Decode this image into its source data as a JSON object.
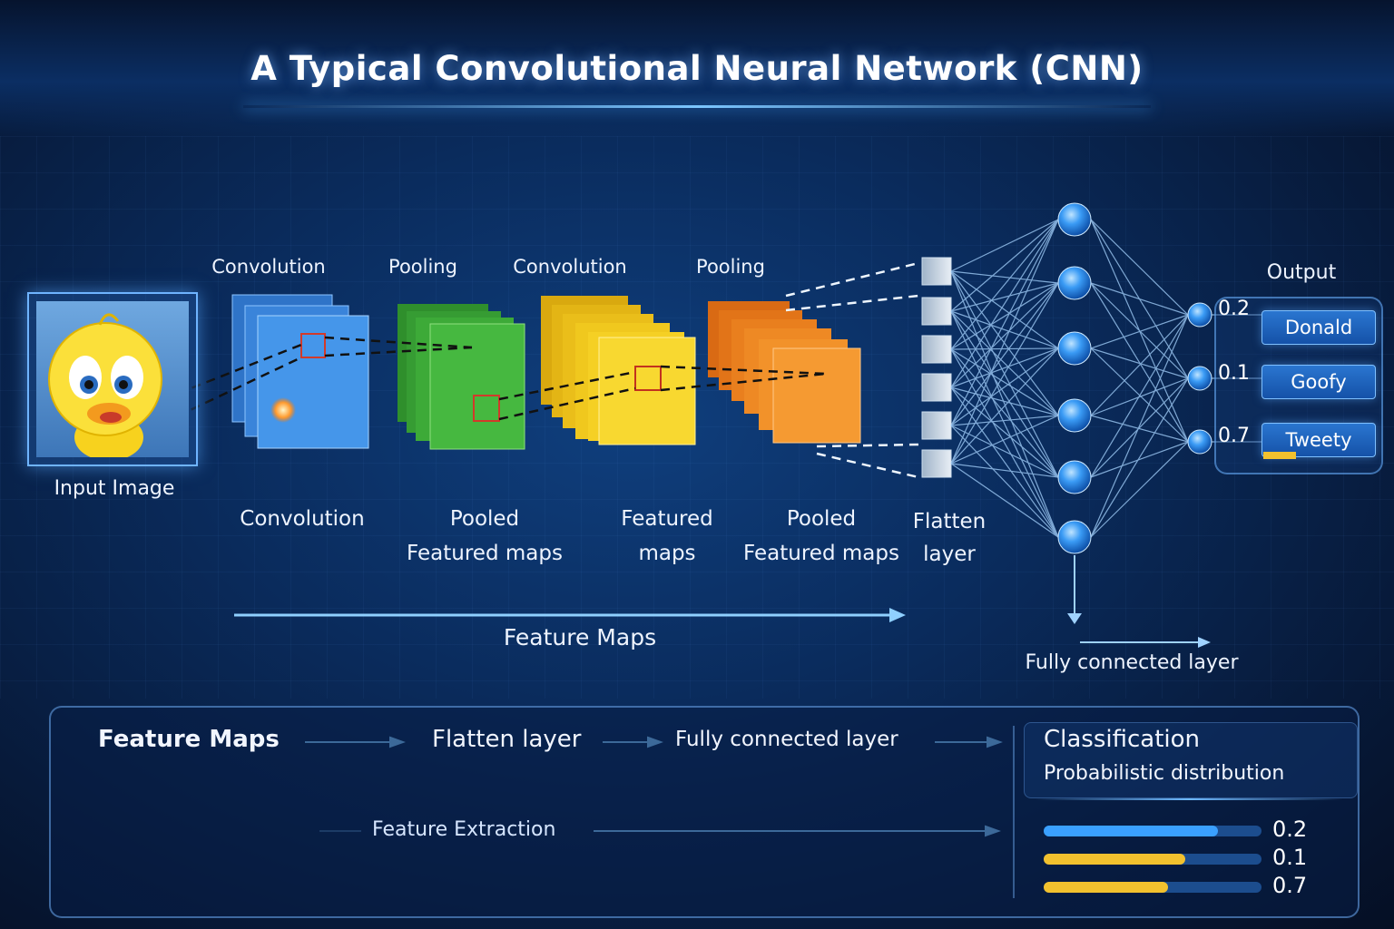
{
  "title": "A Typical Convolutional Neural Network (CNN)",
  "input_label": "Input Image",
  "top_labels": [
    "Convolution",
    "Pooling",
    "Convolution",
    "Pooling"
  ],
  "bottom_labels": {
    "conv": "Convolution",
    "pooled1_a": "Pooled",
    "pooled1_b": "Featured maps",
    "feat_a": "Featured",
    "feat_b": "maps",
    "pooled2_a": "Pooled",
    "pooled2_b": "Featured maps",
    "flatten_a": "Flatten",
    "flatten_b": "layer"
  },
  "feature_maps_label": "Feature Maps",
  "fc_label": "Fully connected layer",
  "output": {
    "heading": "Output",
    "classes": [
      {
        "name": "Donald",
        "value": "0.2"
      },
      {
        "name": "Goofy",
        "value": "0.1"
      },
      {
        "name": "Tweety",
        "value": "0.7"
      }
    ]
  },
  "panel": {
    "feature_maps": "Feature Maps",
    "flatten": "Flatten layer",
    "fully_connected": "Fully connected layer",
    "feature_extraction": "Feature Extraction",
    "classification": "Classification",
    "distribution": "Probabilistic distribution",
    "bars": [
      {
        "label": "0.2",
        "fill": 0.8,
        "color": "#3aa0ff"
      },
      {
        "label": "0.1",
        "fill": 0.65,
        "color": "#f2c12e"
      },
      {
        "label": "0.7",
        "fill": 0.57,
        "color": "#f2c12e"
      }
    ]
  },
  "colors": {
    "conv1": "#3f8fe6",
    "pool1": "#3dae3a",
    "conv2": "#f4c81f",
    "pool2": "#f08a28",
    "neuron": "#2f8df0",
    "accent": "#7cc6ff"
  }
}
